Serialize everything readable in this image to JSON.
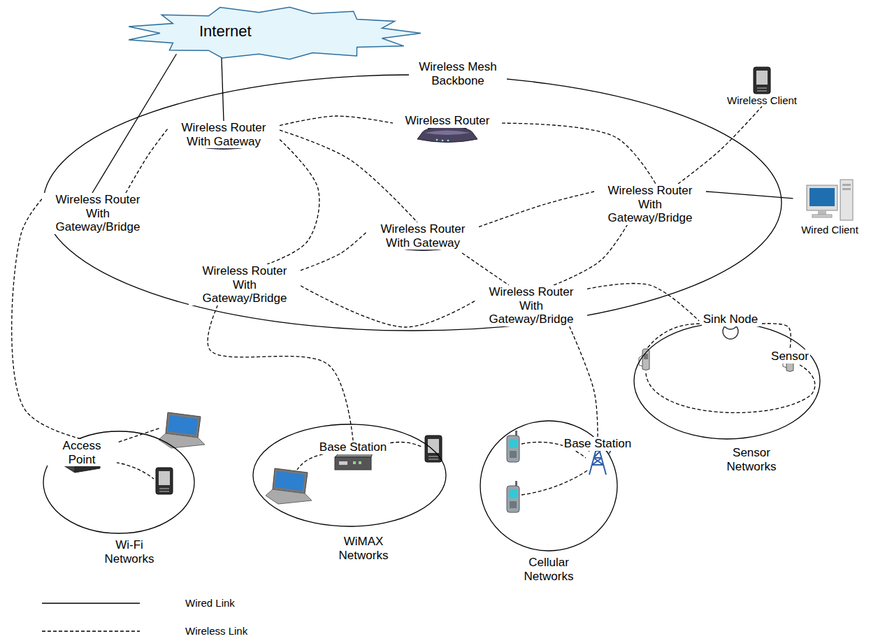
{
  "diagram": {
    "nodes": [
      {
        "text": [
          "Internet"
        ]
      },
      {
        "text": [
          "Wireless Mesh Backbone"
        ]
      },
      {
        "text": [
          "Wireless Router With Gateway"
        ],
        "in": 1
      },
      {
        "text": [
          "Wireless Router"
        ],
        "in": 1
      },
      {
        "text": [
          "Wireless Router With Gateway/Bridge"
        ],
        "in": 1
      },
      {
        "text": [
          "Wireless Router With Gateway"
        ],
        "in": 1
      },
      {
        "text": [
          "Wireless Router With Gateway/Bridge"
        ],
        "in": 1
      },
      {
        "text": [
          "Wireless Router With Gateway/Bridge"
        ],
        "in": 1
      },
      {
        "text": [
          "Wireless Router With Gateway/Bridge"
        ],
        "in": 1
      },
      {
        "text": [
          "Wireless Client"
        ]
      },
      {
        "text": [
          "Wired Client"
        ]
      },
      {
        "text": [
          "Wi-Fi Networks"
        ]
      },
      {
        "text": [
          "Access Point"
        ],
        "in": 11
      },
      {
        "text": [
          "WiMAX Networks"
        ]
      },
      {
        "text": [
          "Base Station"
        ],
        "in": 13
      },
      {
        "text": [
          "Cellular Networks"
        ]
      },
      {
        "text": [
          "Base Station"
        ],
        "in": 15
      },
      {
        "text": [
          "Sensor Networks"
        ]
      },
      {
        "text": [
          "Sink Node"
        ],
        "in": 17
      },
      {
        "text": [
          "Sensor"
        ],
        "in": 17
      }
    ],
    "edges": [
      {
        "from": 0,
        "to": 4,
        "arrow": "none"
      },
      {
        "from": 0,
        "to": 2,
        "arrow": "none"
      },
      {
        "from": 4,
        "to": 2,
        "arrow": "none"
      },
      {
        "from": 2,
        "to": 3,
        "arrow": "none"
      },
      {
        "from": 3,
        "to": 6,
        "arrow": "none"
      },
      {
        "from": 2,
        "to": 5,
        "arrow": "none"
      },
      {
        "from": 2,
        "to": 7,
        "arrow": "none"
      },
      {
        "from": 7,
        "to": 5,
        "arrow": "none"
      },
      {
        "from": 5,
        "to": 6,
        "arrow": "none"
      },
      {
        "from": 5,
        "to": 8,
        "arrow": "none"
      },
      {
        "from": 7,
        "to": 8,
        "arrow": "none"
      },
      {
        "from": 8,
        "to": 6,
        "arrow": "none"
      },
      {
        "from": 6,
        "to": 9,
        "arrow": "none"
      },
      {
        "from": 6,
        "to": 10,
        "arrow": "none"
      },
      {
        "from": 4,
        "to": 12,
        "arrow": "none"
      },
      {
        "from": 7,
        "to": 14,
        "arrow": "none"
      },
      {
        "from": 8,
        "to": 16,
        "arrow": "none"
      },
      {
        "from": 8,
        "to": 18,
        "arrow": "none"
      },
      {
        "from": 18,
        "to": 19,
        "arrow": "none"
      }
    ],
    "legend": [
      {
        "text": "Wired Link"
      },
      {
        "text": "Wireless Link"
      }
    ]
  }
}
